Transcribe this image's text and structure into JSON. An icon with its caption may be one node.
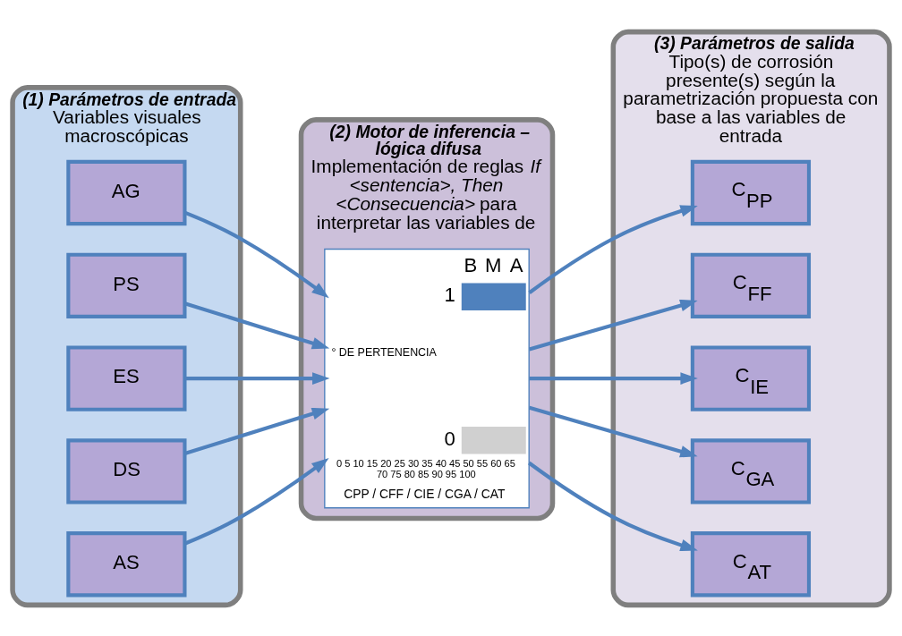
{
  "diagram": {
    "nodes": [
      {
        "text": [
          "(1) Parámetros de entrada",
          "Variables visuales macroscópicas"
        ]
      },
      {
        "text": [
          "AG"
        ],
        "in": 0
      },
      {
        "text": [
          "PS"
        ],
        "in": 0
      },
      {
        "text": [
          "ES"
        ],
        "in": 0
      },
      {
        "text": [
          "DS"
        ],
        "in": 0
      },
      {
        "text": [
          "AS"
        ],
        "in": 0
      },
      {
        "text": [
          "(2) Motor de inferencia – lógica difusa",
          "Implementación de reglas *If <sentencia>, Then <Consecuencia>* para interpretar las variables de"
        ]
      },
      {
        "text": [
          "B",
          "M",
          "A",
          "1",
          "0",
          "° DE PERTENENCIA",
          "0 5 10 15 20 25 30 35 40 45 50 55 60 65 70 75 80 85 90 95 100",
          "CPP / CFF / CIE / CGA / CAT"
        ],
        "in": 6
      },
      {
        "text": [
          "(3) Parámetros de salida",
          "Tipo(s) de corrosión presente(s) según la parametrización propuesta con base a las variables de entrada"
        ]
      },
      {
        "text": [
          "C$_{PP}$"
        ],
        "in": 8
      },
      {
        "text": [
          "C$_{FF}$"
        ],
        "in": 8
      },
      {
        "text": [
          "C$_{IE}$"
        ],
        "in": 8
      },
      {
        "text": [
          "C$_{GA}$"
        ],
        "in": 8
      },
      {
        "text": [
          "C$_{AT}$"
        ],
        "in": 8
      }
    ],
    "edges": [
      {
        "from": 1,
        "to": 7,
        "arrow": "to"
      },
      {
        "from": 2,
        "to": 7,
        "arrow": "to"
      },
      {
        "from": 3,
        "to": 7,
        "arrow": "to"
      },
      {
        "from": 4,
        "to": 7,
        "arrow": "to"
      },
      {
        "from": 5,
        "to": 7,
        "arrow": "to"
      },
      {
        "from": 7,
        "to": 9,
        "arrow": "to"
      },
      {
        "from": 7,
        "to": 10,
        "arrow": "to"
      },
      {
        "from": 7,
        "to": 11,
        "arrow": "to"
      },
      {
        "from": 7,
        "to": 12,
        "arrow": "to"
      },
      {
        "from": 7,
        "to": 13,
        "arrow": "to"
      }
    ]
  }
}
